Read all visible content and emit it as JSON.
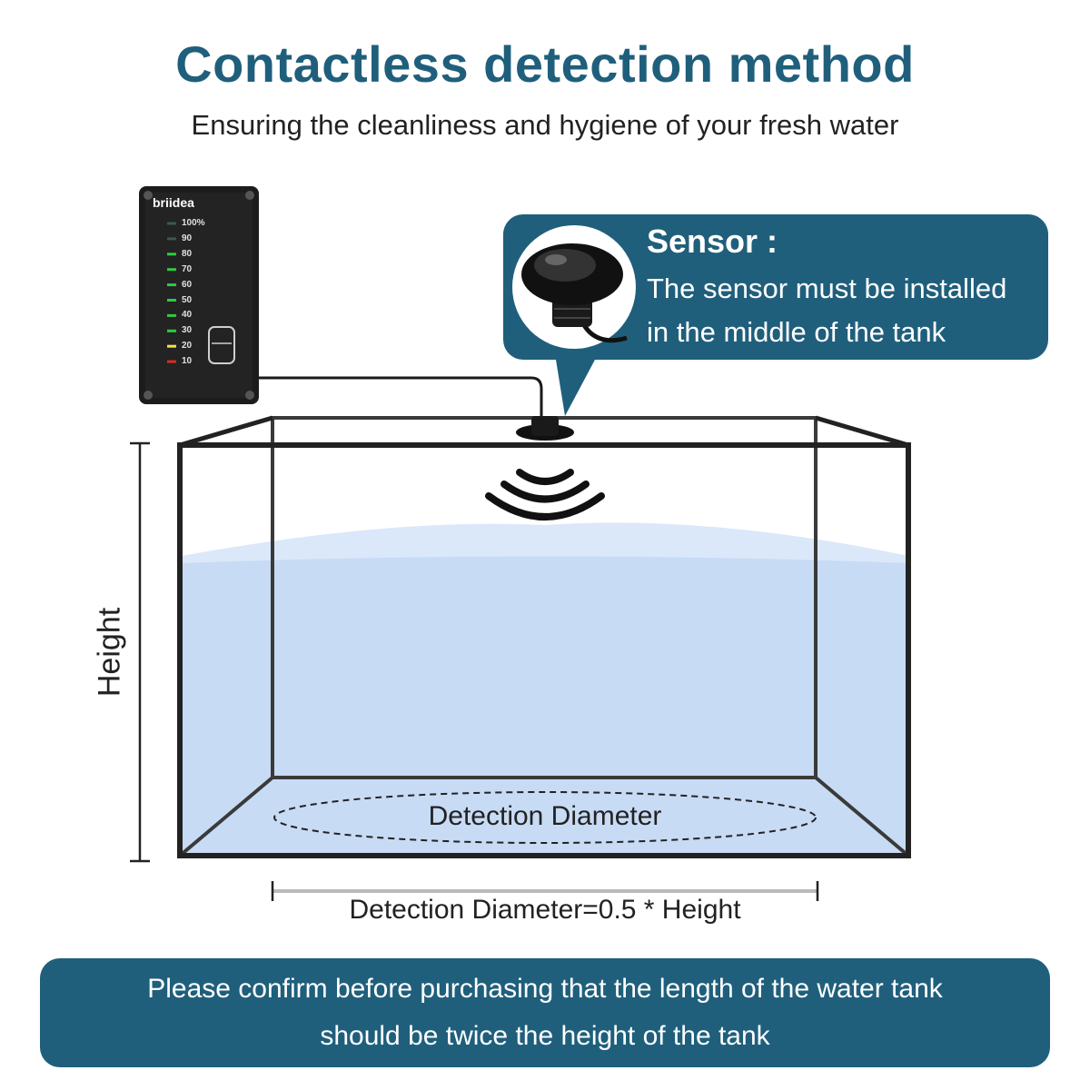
{
  "header": {
    "title": "Contactless detection method",
    "subtitle": "Ensuring the cleanliness and hygiene of your fresh water"
  },
  "monitor": {
    "brand": "briidea",
    "levels": [
      {
        "label": "100%",
        "color": "#3b5a4a"
      },
      {
        "label": "90",
        "color": "#3b5a4a"
      },
      {
        "label": "80",
        "color": "#2ecc40"
      },
      {
        "label": "70",
        "color": "#2ecc40"
      },
      {
        "label": "60",
        "color": "#2ecc40"
      },
      {
        "label": "50",
        "color": "#2ecc40"
      },
      {
        "label": "40",
        "color": "#2ecc40"
      },
      {
        "label": "30",
        "color": "#2ecc40"
      },
      {
        "label": "20",
        "color": "#f3e14a"
      },
      {
        "label": "10",
        "color": "#e0281e"
      }
    ]
  },
  "callout": {
    "title": "Sensor :",
    "line1": "The sensor must be installed",
    "line2": "in the middle of the tank"
  },
  "diagram": {
    "height_label": "Height",
    "diameter_label": "Detection Diameter",
    "formula": "Detection Diameter=0.5 * Height"
  },
  "note": {
    "line1": "Please confirm before purchasing that the length of the water tank",
    "line2": "should be twice the height of the tank"
  },
  "colors": {
    "accent": "#1f5f7c",
    "water": "#c9dcf5",
    "tank_frame": "#222222"
  }
}
